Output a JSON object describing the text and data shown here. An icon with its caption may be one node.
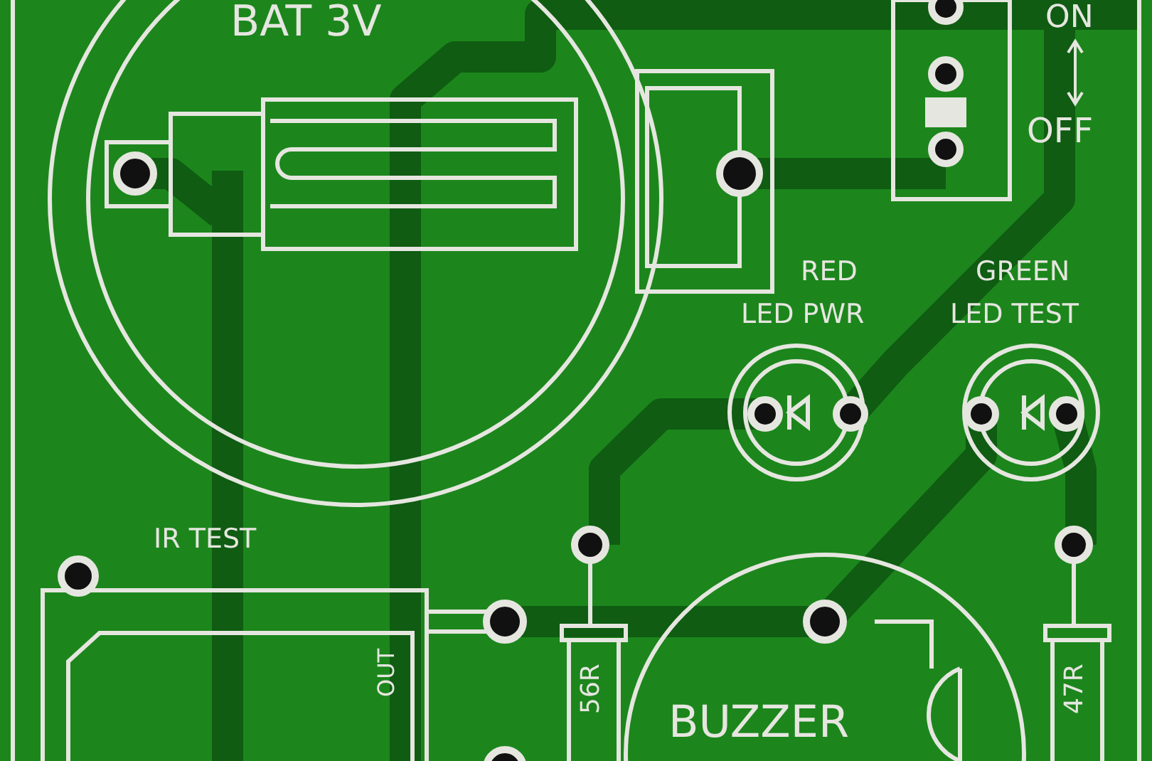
{
  "diagram": {
    "labels": [
      "BAT 3V",
      "ON",
      "OFF",
      "RED",
      "LED PWR",
      "GREEN",
      "LED TEST",
      "IR TEST",
      "OUT",
      "56R",
      "BUZZER",
      "47R"
    ]
  }
}
